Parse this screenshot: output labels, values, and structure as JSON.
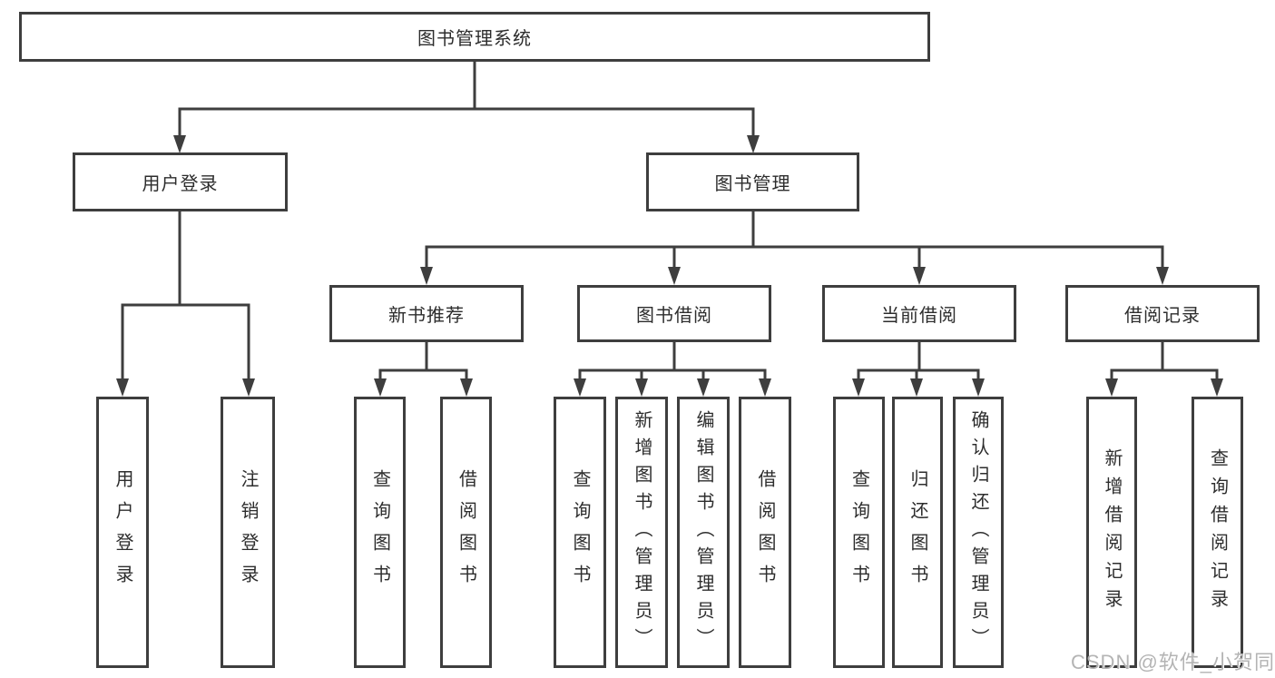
{
  "diagram": {
    "title": "图书管理系统",
    "structure": {
      "root": "图书管理系统",
      "children": [
        {
          "label": "用户登录",
          "children": [
            "用户登录",
            "注销登录"
          ]
        },
        {
          "label": "图书管理",
          "children": [
            {
              "label": "新书推荐",
              "children": [
                "查询图书",
                "借阅图书"
              ]
            },
            {
              "label": "图书借阅",
              "children": [
                "查询图书",
                "新增图书（管理员）",
                "编辑图书（管理员）",
                "借阅图书"
              ]
            },
            {
              "label": "当前借阅",
              "children": [
                "查询图书",
                "归还图书",
                "确认归还（管理员）"
              ]
            },
            {
              "label": "借阅记录",
              "children": [
                "新增借阅记录",
                "查询借阅记录"
              ]
            }
          ]
        }
      ]
    }
  },
  "nodes": {
    "root": {
      "label": "图书管理系统"
    },
    "user_login": {
      "label": "用户登录"
    },
    "book_mgmt": {
      "label": "图书管理"
    },
    "ul_login": {
      "label": "用户登录"
    },
    "ul_logout": {
      "label": "注销登录"
    },
    "new_books": {
      "label": "新书推荐"
    },
    "book_borrow": {
      "label": "图书借阅"
    },
    "current_borrow": {
      "label": "当前借阅"
    },
    "borrow_records": {
      "label": "借阅记录"
    },
    "nb_query": {
      "label": "查询图书"
    },
    "nb_borrow": {
      "label": "借阅图书"
    },
    "bb_query": {
      "label": "查询图书"
    },
    "bb_add": {
      "label": "新增图书（管理员）"
    },
    "bb_edit": {
      "label": "编辑图书（管理员）"
    },
    "bb_borrow": {
      "label": "借阅图书"
    },
    "cb_query": {
      "label": "查询图书"
    },
    "cb_return": {
      "label": "归还图书"
    },
    "cb_confirm": {
      "label": "确认归还（管理员）"
    },
    "br_add": {
      "label": "新增借阅记录"
    },
    "br_query": {
      "label": "查询借阅记录"
    }
  },
  "watermark": {
    "text": "CSDN @软件_小贺同学"
  },
  "colors": {
    "line": "#3e3e3e",
    "border": "#3e3e3e",
    "text": "#2d2d2d",
    "watermark": "#b4b4b4",
    "background": "#ffffff"
  }
}
